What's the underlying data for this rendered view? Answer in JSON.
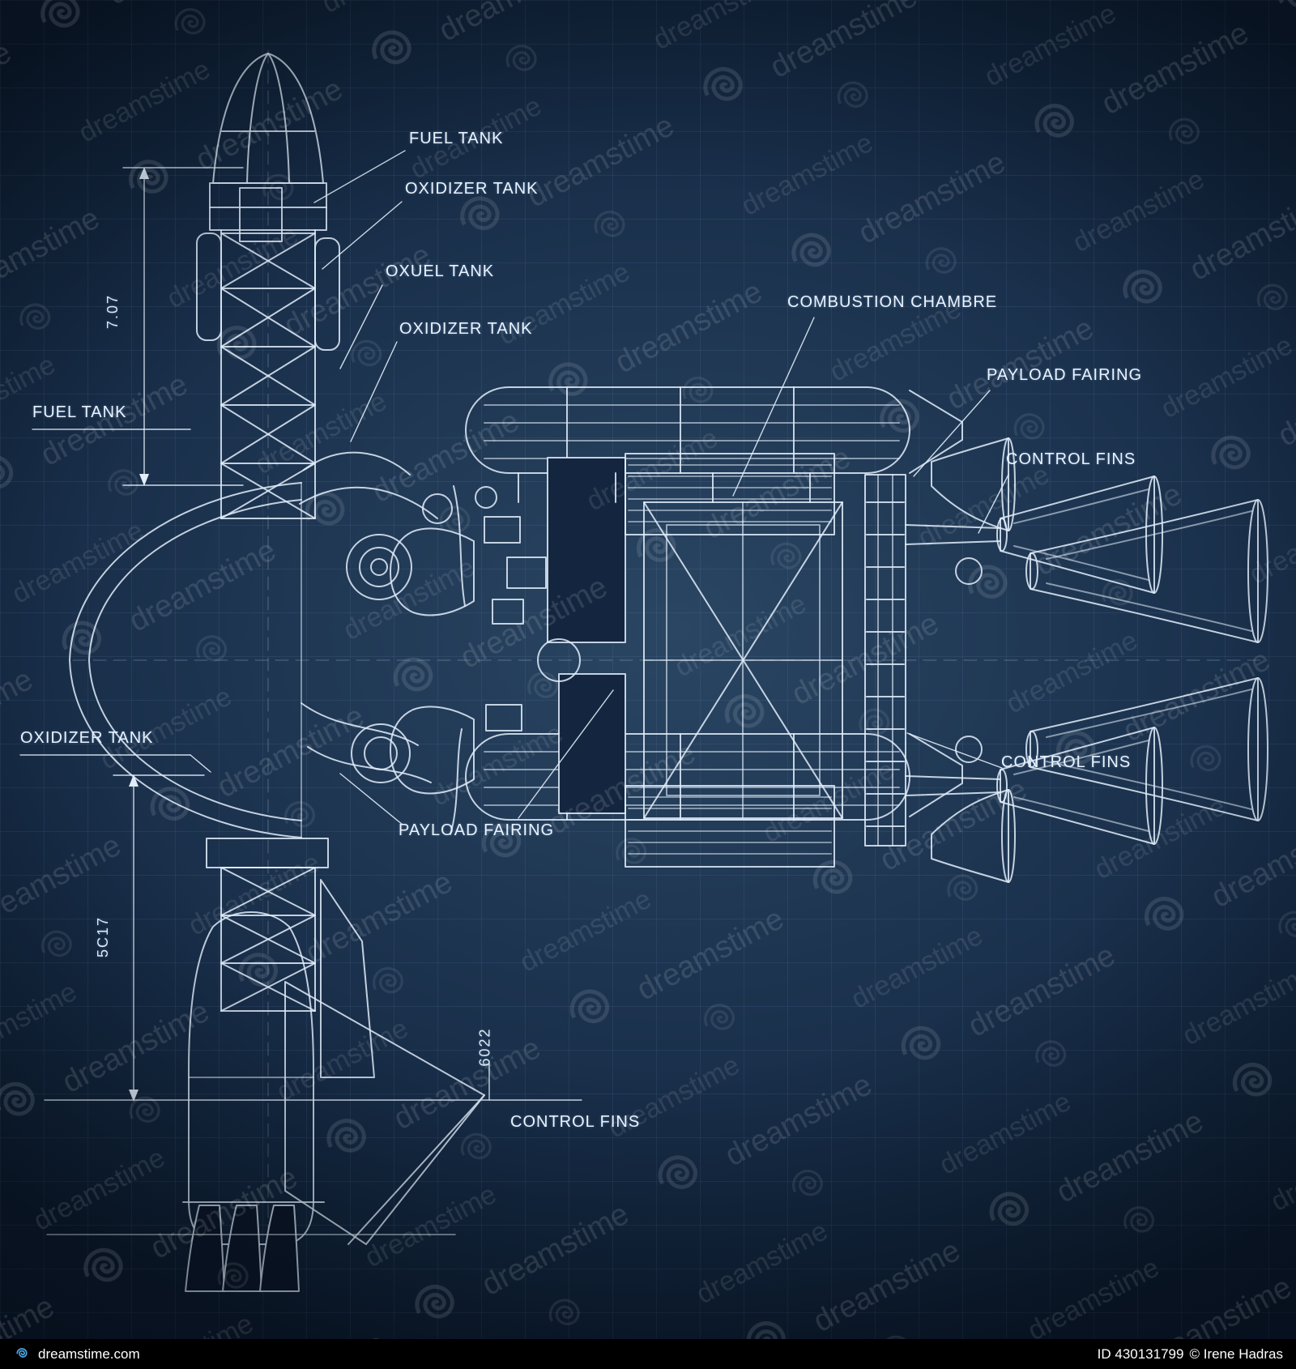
{
  "labels": {
    "fuel_tank_top": "FUEL TANK",
    "oxidizer_tank_top": "OXIDIZER TANK",
    "oxuel_tank": "OXUEL TANK",
    "oxidizer_tank_mid": "OXIDIZER TANK",
    "combustion_chamber": "COMBUSTION CHAMBRE",
    "payload_fairing_right": "PAYLOAD FAIRING",
    "control_fins_right_top": "CONTROL FINS",
    "fuel_tank_left": "FUEL TANK",
    "oxidizer_tank_left": "OXIDIZER TANK",
    "payload_fairing_bottom": "PAYLOAD FAIRING",
    "control_fins_right_bottom": "CONTROL FINS",
    "control_fins_bottom": "CONTROL FINS"
  },
  "dimensions": {
    "upper_left": "7.07",
    "lower_left": "5C17",
    "bottom_center": "6022"
  },
  "watermark": {
    "text": "dreamstime"
  },
  "footer": {
    "site": "dreamstime.com",
    "image_id": "ID 430131799",
    "credit": "© Irene Hadras"
  },
  "colors": {
    "background": "#1f3753",
    "line": "#e2edfa",
    "footer_bg": "#000000"
  }
}
